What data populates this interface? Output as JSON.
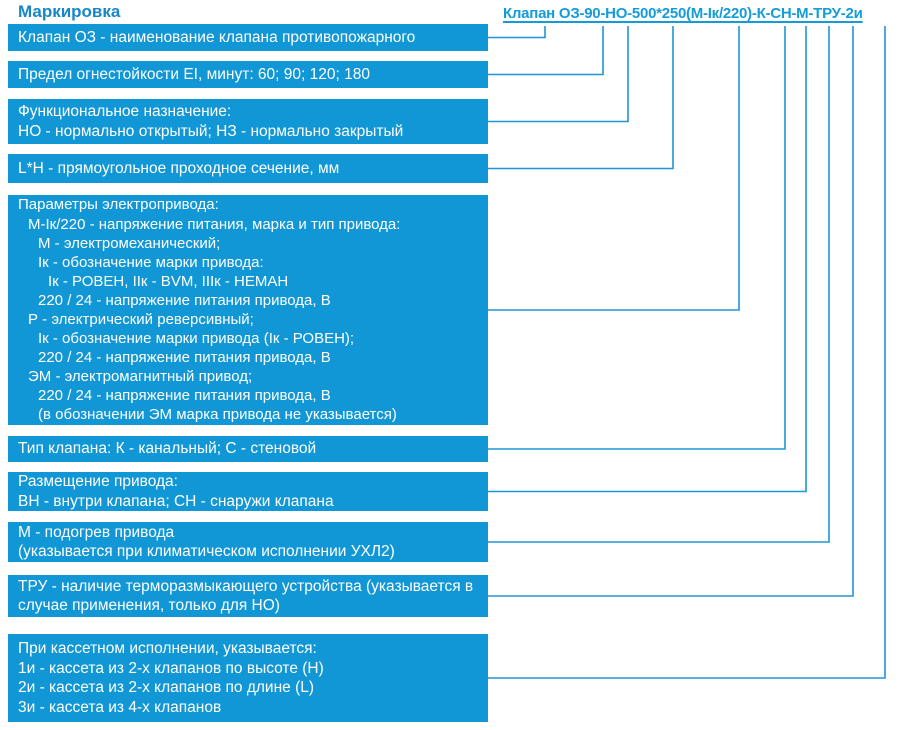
{
  "title": "Маркировка",
  "formula": {
    "text": "Клапан ОЗ-90-НО-500*250(М-Iк/220)-К-СН-М-ТРУ-2и",
    "segments": [
      "Клапан ОЗ",
      "90",
      "НО",
      "500*250",
      "(М-Iк/220)",
      "К",
      "СН",
      "М",
      "ТРУ",
      "2и"
    ]
  },
  "colors": {
    "box_fill": "#1197d5",
    "box_text": "#ffffff",
    "title_text": "#1787c8",
    "formula_text": "#149cd9",
    "connector_line": "#2095d3"
  },
  "boxes": [
    {
      "id": "valve-name",
      "lines": [
        {
          "indent": 0,
          "text": "Клапан ОЗ - наименование клапана противопожарного"
        }
      ]
    },
    {
      "id": "fire-resistance",
      "lines": [
        {
          "indent": 0,
          "text": "Предел огнестойкости EI, минут: 60; 90; 120; 180"
        }
      ]
    },
    {
      "id": "functional-purpose",
      "lines": [
        {
          "indent": 0,
          "text": "Функциональное назначение:"
        },
        {
          "indent": 0,
          "text": "НО - нормально открытый; НЗ - нормально закрытый"
        }
      ]
    },
    {
      "id": "cross-section",
      "lines": [
        {
          "indent": 0,
          "text": "L*H - прямоугольное проходное сечение, мм"
        }
      ]
    },
    {
      "id": "actuator-params",
      "lines": [
        {
          "indent": 0,
          "text": "Параметры электропривода:"
        },
        {
          "indent": 1,
          "text": "М-Iк/220 - напряжение питания, марка и тип привода:"
        },
        {
          "indent": 2,
          "text": "М - электромеханический;"
        },
        {
          "indent": 2,
          "text": "Iк - обозначение марки привода:"
        },
        {
          "indent": 3,
          "text": "Iк - РОВЕН, IIк - BVM, IIIк - НЕМАН"
        },
        {
          "indent": 2,
          "text": "220 / 24 - напряжение питания привода, В"
        },
        {
          "indent": 1,
          "text": "Р - электрический реверсивный;"
        },
        {
          "indent": 2,
          "text": "Iк - обозначение марки привода (Iк - РОВЕН);"
        },
        {
          "indent": 2,
          "text": "220 / 24 - напряжение питания привода, В"
        },
        {
          "indent": 1,
          "text": "ЭМ - электромагнитный привод;"
        },
        {
          "indent": 2,
          "text": "220 / 24 - напряжение питания привода, В"
        },
        {
          "indent": 2,
          "text": "(в обозначении ЭМ марка привода не указывается)"
        }
      ]
    },
    {
      "id": "valve-type",
      "lines": [
        {
          "indent": 0,
          "text": "Тип клапана: К - канальный; С - стеновой"
        }
      ]
    },
    {
      "id": "actuator-placement",
      "lines": [
        {
          "indent": 0,
          "text": "Размещение привода:"
        },
        {
          "indent": 0,
          "text": "ВН - внутри клапана; СН - снаружи клапана"
        }
      ]
    },
    {
      "id": "actuator-heating",
      "lines": [
        {
          "indent": 0,
          "text": "М - подогрев привода"
        },
        {
          "indent": 0,
          "text": "(указывается при климатическом исполнении УХЛ2)"
        }
      ]
    },
    {
      "id": "thermal-release",
      "lines": [
        {
          "indent": 0,
          "text": "ТРУ - наличие терморазмыкающего устройства (указывается в"
        },
        {
          "indent": 0,
          "text": "случае применения, только для НО)"
        }
      ]
    },
    {
      "id": "cassette",
      "lines": [
        {
          "indent": 0,
          "text": "При кассетном исполнении, указывается:"
        },
        {
          "indent": 0,
          "text": "1и - кассета из 2-х клапанов по высоте (Н)"
        },
        {
          "indent": 0,
          "text": "2и - кассета из 2-х клапанов по длине (L)"
        },
        {
          "indent": 0,
          "text": "3и - кассета из 4-х клапанов"
        }
      ]
    }
  ]
}
